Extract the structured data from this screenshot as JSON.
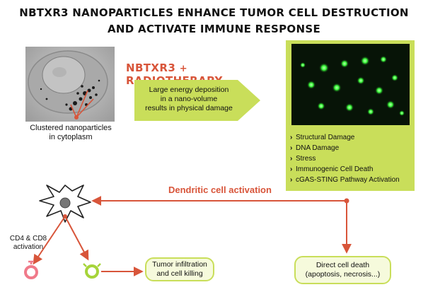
{
  "title": {
    "line1": "NBTXR3 NANOPARTICLES ENHANCE TUMOR CELL DESTRUCTION",
    "line2": "AND ACTIVATE IMMUNE RESPONSE"
  },
  "micrograph": {
    "caption_line1": "Clustered nanoparticles",
    "caption_line2": "in cytoplasm"
  },
  "treatment": {
    "left": "NBTXR3",
    "plus": "+",
    "right": "RADIOTHERAPY"
  },
  "energy_box": {
    "line1": "Large energy deposition",
    "line2": "in a nano-volume",
    "line3": "results in physical damage"
  },
  "effects": [
    "Structural Damage",
    "DNA Damage",
    "Stress",
    "Immunogenic Cell Death",
    "cGAS-STING Pathway Activation"
  ],
  "dendritic_label": "Dendritic cell activation",
  "cd_label": {
    "line1": "CD4 & CD8",
    "line2": "activation"
  },
  "tumor_box": {
    "line1": "Tumor infiltration",
    "line2": "and cell killing"
  },
  "death_box": {
    "line1": "Direct cell death",
    "line2": "(apoptosis, necrosis...)"
  },
  "colors": {
    "accent_red": "#d8553a",
    "lime": "#c9de5a",
    "lime_light": "#f6fadc",
    "fluorescence_green": "#3cff3c",
    "tcell_pink": "#f07a8a",
    "tcell_lime": "#a6d43a"
  },
  "icons": [
    "dendritic-cell-icon",
    "t-cell-icon",
    "arrow-icon"
  ]
}
